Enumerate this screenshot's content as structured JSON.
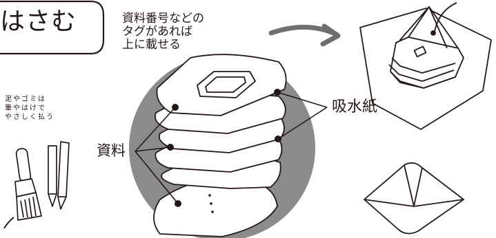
{
  "title": "はさむ",
  "tag_note": [
    "資料番号などの",
    "タグがあれば",
    "上に載せる"
  ],
  "brush_note": [
    "泥やゴミは",
    "筆やはけで",
    "やさしく払う"
  ],
  "labels": {
    "blotting_paper": "吸水紙",
    "material": "資料"
  },
  "colors": {
    "ink": "#231815",
    "circle_fill": "#8b8b8b",
    "arrow": "#6f6f6f",
    "paper": "#ffffff"
  },
  "icons": [
    "brush-icon",
    "pencil-icon",
    "wrapped-stack-icon",
    "folded-envelope-icon",
    "curved-arrow-icon"
  ]
}
